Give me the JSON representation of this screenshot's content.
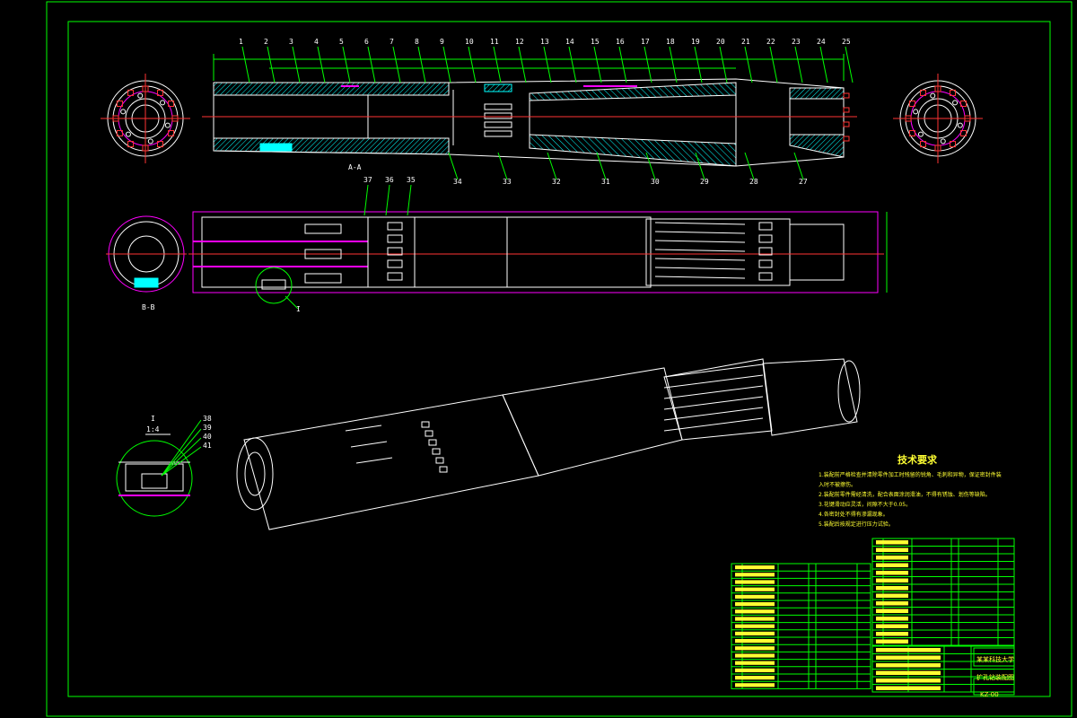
{
  "colors": {
    "frame": "#00ff00",
    "outline": "#ffffff",
    "centerline": "#ff3333",
    "hatch": "#00ffff",
    "highlight": "#ff00ff",
    "dimension": "#00ff00",
    "text": "#ffff33"
  },
  "balloons_top": [
    "1",
    "2",
    "3",
    "4",
    "5",
    "6",
    "7",
    "8",
    "9",
    "10",
    "11",
    "12",
    "13",
    "14",
    "15",
    "16",
    "17",
    "18",
    "19",
    "20",
    "21",
    "22",
    "23",
    "24",
    "25"
  ],
  "balloons_top_bottom": [
    "34",
    "33",
    "32",
    "31",
    "30",
    "29",
    "28",
    "27"
  ],
  "balloons_mid": [
    "37",
    "36",
    "35"
  ],
  "detail": {
    "scale_label": "I",
    "scale_ratio": "1:4",
    "parts": [
      "38",
      "39",
      "40",
      "41"
    ],
    "callout": "I"
  },
  "section_labels": {
    "a": "A-A",
    "b": "B-B"
  },
  "tech_requirements": {
    "title": "技术要求",
    "items": [
      "1.装配前严格检查并清除零件加工时残留的锐角、毛刺和异物，保证密封件装",
      "  入时不被擦伤。",
      "2.装配前零件需经清洗，配合表面涂润滑油，不得有锈蚀、划伤等缺陷。",
      "3.花键滑动应灵活，间隙不大于0.05。",
      "4.各密封处不得有渗漏现象。",
      "5.装配后按规定进行压力试验。"
    ]
  },
  "title_block": {
    "school": "某某科技大学",
    "drawing_name": "扩孔钻装配图",
    "drawing_number": "KZ-00"
  }
}
